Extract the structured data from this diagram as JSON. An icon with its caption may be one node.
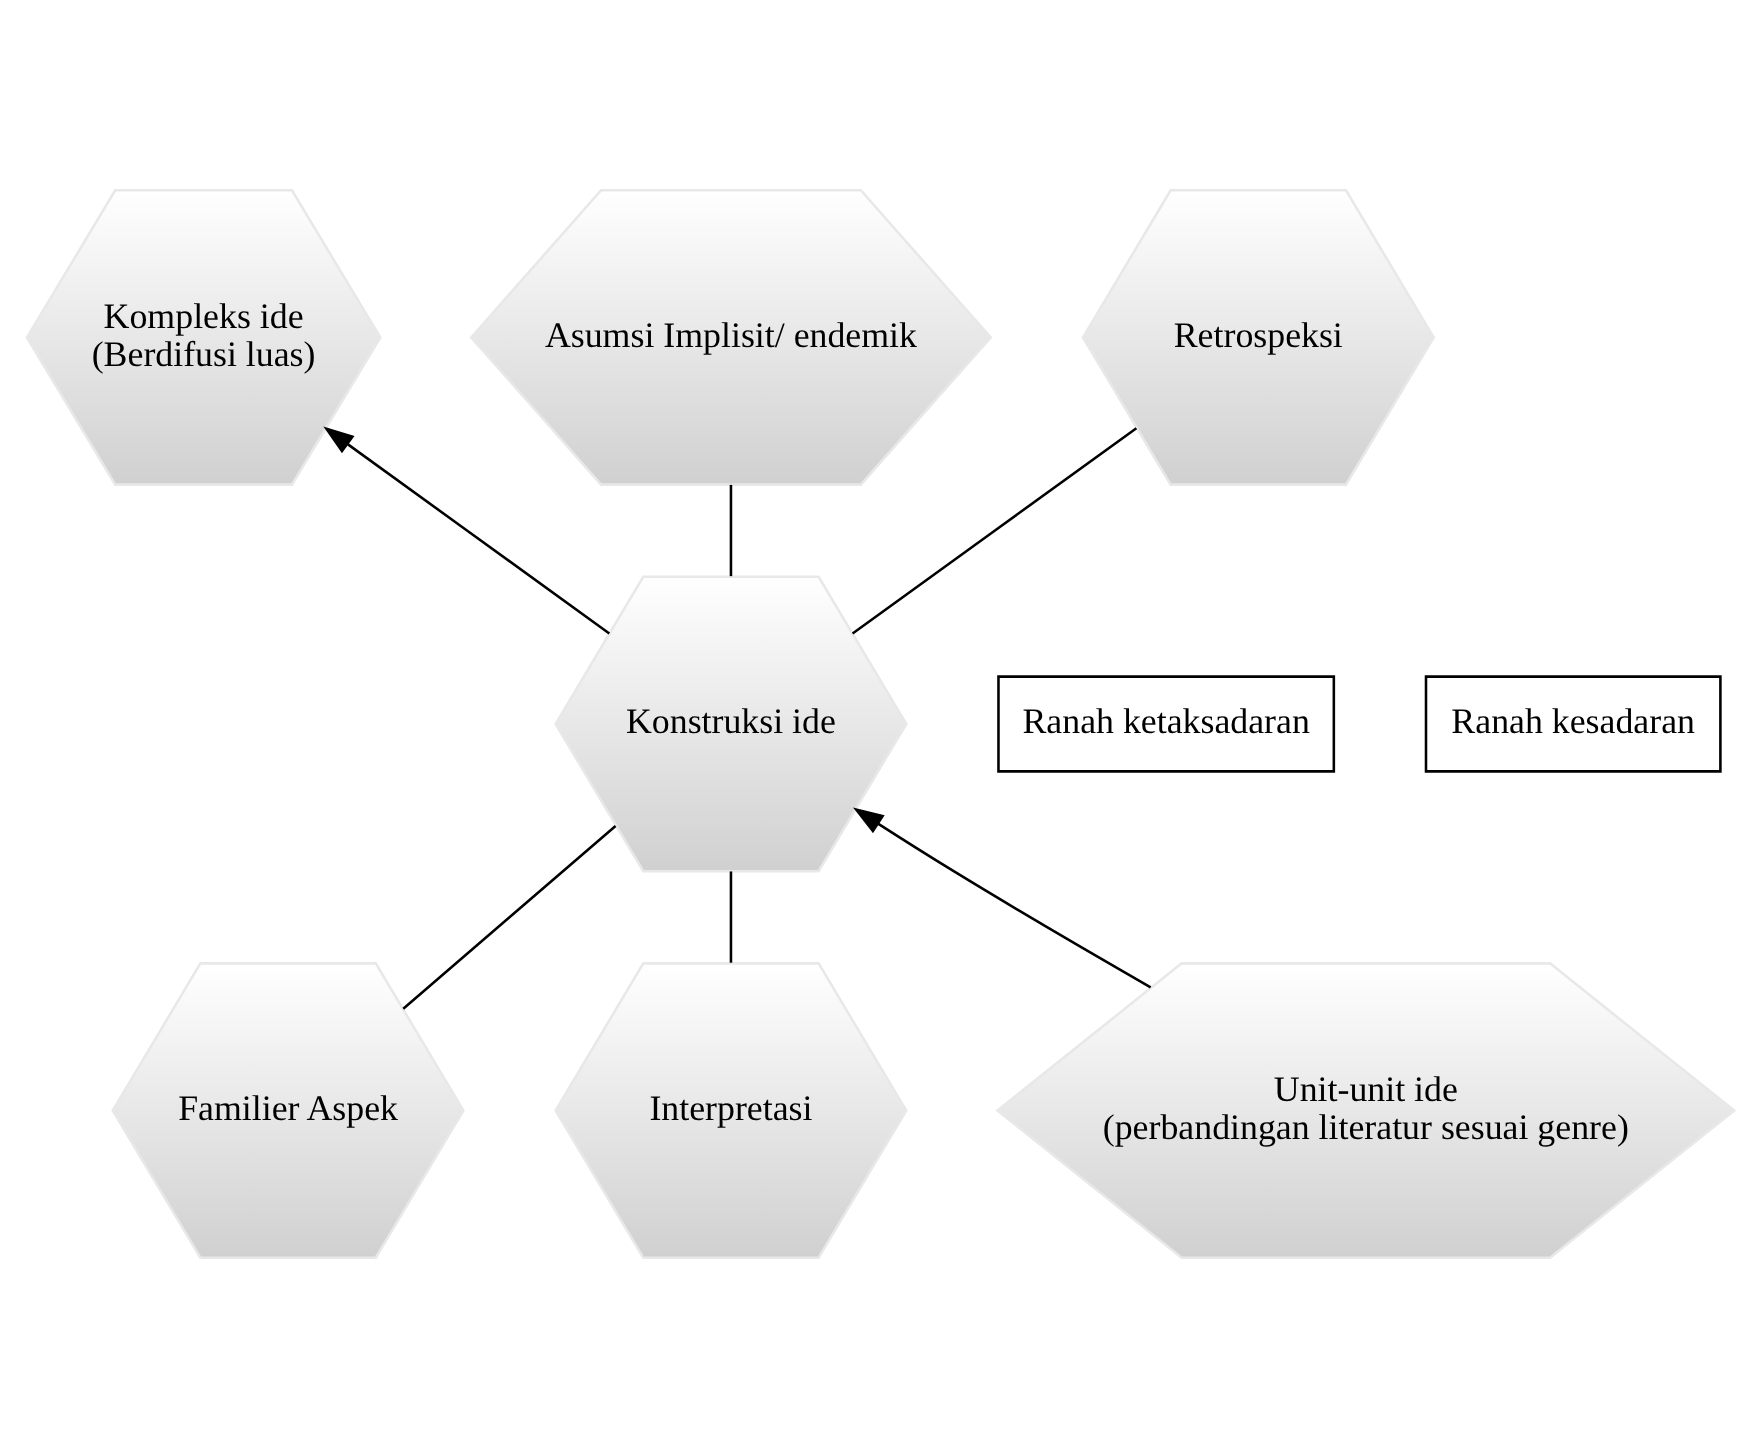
{
  "diagram": {
    "nodes": [
      {
        "text": [
          "Kompleks ide",
          "(Berdifusi luas)"
        ]
      },
      {
        "text": [
          "Asumsi Implisit/ endemik"
        ]
      },
      {
        "text": [
          "Retrospeksi"
        ]
      },
      {
        "text": [
          "Konstruksi ide"
        ]
      },
      {
        "text": [
          "Familier Aspek"
        ]
      },
      {
        "text": [
          "Interpretasi"
        ]
      },
      {
        "text": [
          "Unit-unit ide",
          "(perbandingan literatur sesuai genre)"
        ]
      },
      {
        "text": [
          "Ranah ketaksadaran"
        ]
      },
      {
        "text": [
          "Ranah kesadaran"
        ]
      }
    ],
    "edges": [
      {
        "from": 3,
        "to": 0,
        "arrow": "to"
      },
      {
        "from": 6,
        "to": 3,
        "arrow": "to"
      },
      {
        "from": 3,
        "to": 1,
        "arrow": "none"
      },
      {
        "from": 3,
        "to": 2,
        "arrow": "none"
      },
      {
        "from": 4,
        "to": 3,
        "arrow": "none"
      },
      {
        "from": 5,
        "to": 3,
        "arrow": "none"
      }
    ]
  }
}
